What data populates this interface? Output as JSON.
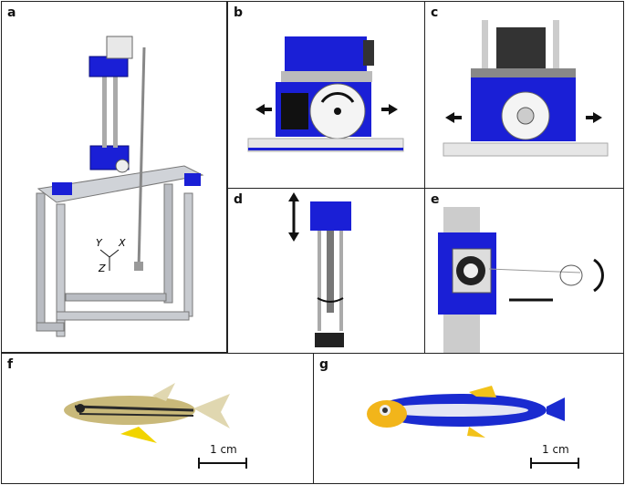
{
  "panels": {
    "a": {
      "label": "a",
      "axes": {
        "x": "X",
        "y": "Y",
        "z": "Z"
      }
    },
    "b": {
      "label": "b"
    },
    "c": {
      "label": "c"
    },
    "d": {
      "label": "d"
    },
    "e": {
      "label": "e"
    },
    "f": {
      "label": "f",
      "scale_label": "1 cm"
    },
    "g": {
      "label": "g",
      "scale_label": "1 cm"
    }
  },
  "colors": {
    "blue": "#1a1fd6",
    "gray": "#b9bcc2",
    "dark": "#111111"
  }
}
